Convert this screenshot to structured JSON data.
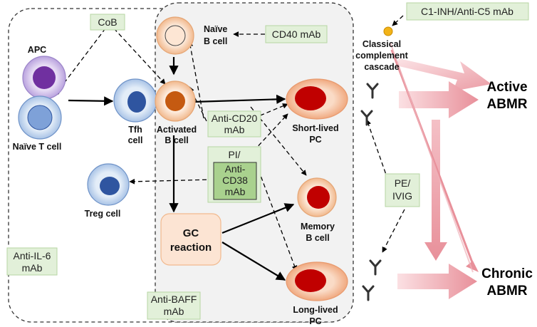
{
  "cells": {
    "apc": "APC",
    "naive_t": "Naïve T cell",
    "tfh": [
      "Tfh",
      "cell"
    ],
    "naive_b": [
      "Naïve",
      "B cell"
    ],
    "activated_b": [
      "Activated",
      "B cell"
    ],
    "treg": "Treg cell",
    "gc": [
      "GC",
      "reaction"
    ],
    "short_pc": [
      "Short-lived",
      "PC"
    ],
    "memory_b": [
      "Memory",
      "B cell"
    ],
    "long_pc": [
      "Long-lived",
      "PC"
    ]
  },
  "therapies": {
    "cob": "CoB",
    "cd40": "CD40 mAb",
    "cd20": [
      "Anti-CD20",
      "mAb"
    ],
    "pi": "PI/",
    "cd38": [
      "Anti-",
      "CD38",
      "mAb"
    ],
    "il6": [
      "Anti-IL-6",
      "mAb"
    ],
    "baff": [
      "Anti-BAFF",
      "mAb"
    ],
    "pe_ivig": [
      "PE/",
      "IVIG"
    ],
    "c1inh": "C1-INH/Anti-C5 mAb"
  },
  "complement": [
    "Classical",
    "complement",
    "cascade"
  ],
  "outcomes": {
    "active": [
      "Active",
      "ABMR"
    ],
    "chronic": [
      "Chronic",
      "ABMR"
    ]
  },
  "colors": {
    "drug_box_fill": "#e2f0d9",
    "drug_box_stroke": "#b7d6a3",
    "cd38_fill": "#a9d18e",
    "inner_panel_fill": "#f2f2f2",
    "apc_fill": "#d9c7ef",
    "apc_nucleus": "#7030a0",
    "t_cell_fill": "#d8e6f6",
    "t_nucleus": "#2f55a0",
    "b_cell_fill": "#fce4d3",
    "b_nucleus": "#c55a11",
    "pc_fill": "#f8cbad",
    "pc_nucleus": "#c00000",
    "complement_dot": "#f2b318",
    "outcome_arrow": "#e8a0a8"
  }
}
